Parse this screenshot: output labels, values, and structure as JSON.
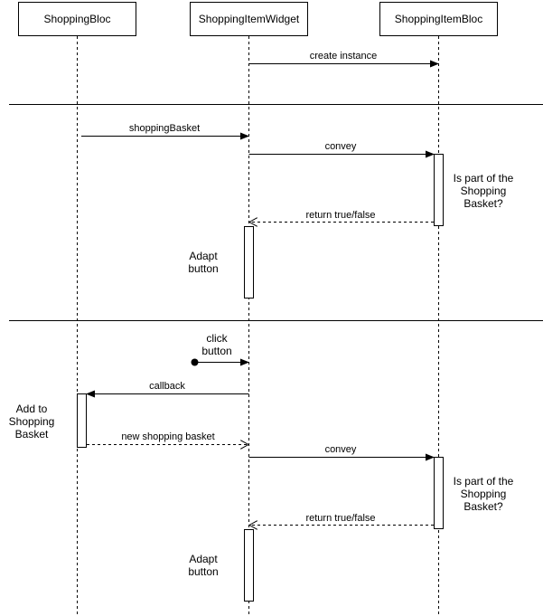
{
  "participants": {
    "shopping_bloc": "ShoppingBloc",
    "shopping_item_widget": "ShoppingItemWidget",
    "shopping_item_bloc": "ShoppingItemBloc"
  },
  "messages": {
    "create_instance": "create instance",
    "shopping_basket": "shoppingBasket",
    "convey_1": "convey",
    "return_1": "return true/false",
    "click_button": "click\nbutton",
    "callback": "callback",
    "new_shopping_basket": "new shopping basket",
    "convey_2": "convey",
    "return_2": "return true/false"
  },
  "notes": {
    "is_part_1": "Is part of the\nShopping\nBasket?",
    "adapt_button_1": "Adapt\nbutton",
    "add_to_basket": "Add to\nShopping\nBasket",
    "is_part_2": "Is part of the\nShopping\nBasket?",
    "adapt_button_2": "Adapt\nbutton"
  }
}
